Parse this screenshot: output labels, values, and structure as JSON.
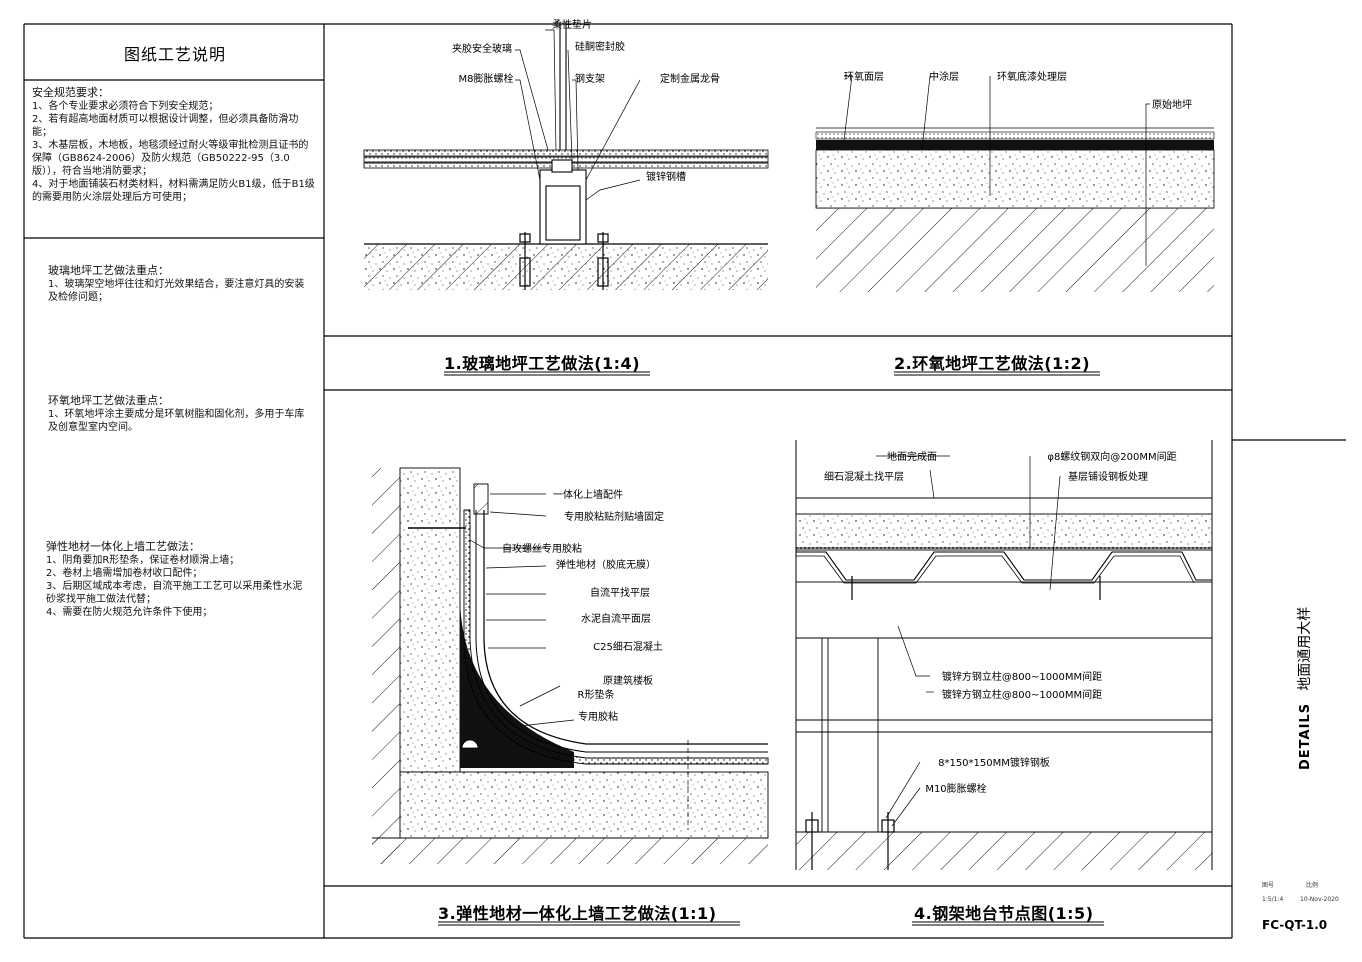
{
  "notes": {
    "title": "图纸工艺说明",
    "safety_heading": "安全规范要求：",
    "safety_items": [
      "1、各个专业要求必须符合下列安全规范；",
      "2、若有超高地面材质可以根据设计调整，但必须具备防滑功能；",
      "3、木基层板，木地板，地毯须经过耐火等级审批检测且证书的保障（GB8624-2006）及防火规范（GB50222-95（3.0版）），符合当地消防要求；",
      "4、对于地面铺装石材类材料，材料需满足防火B1级，低于B1级的需要用防火涂层处理后方可使用；"
    ],
    "glass_heading": "玻璃地坪工艺做法重点：",
    "glass_items": [
      "1、玻璃架空地坪往往和灯光效果结合，要注意灯具的安装及检修问题；"
    ],
    "epoxy_heading": "环氧地坪工艺做法重点：",
    "epoxy_items": [
      "1、环氧地坪涂主要成分是环氧树脂和固化剂，多用于车库及创意型室内空间。"
    ],
    "elastic_heading": "弹性地材一体化上墙工艺做法：",
    "elastic_items": [
      "1、阴角要加R形垫条，保证卷材顺滑上墙；",
      "2、卷材上墙需增加卷材收口配件；",
      "3、后期区域成本考虑，自流平施工工艺可以采用柔性水泥砂浆找平施工做法代替；",
      "4、需要在防火规范允许条件下使用；"
    ]
  },
  "captions": {
    "c1": "1.玻璃地坪工艺做法(1:4)",
    "c2": "2.环氧地坪工艺做法(1:2)",
    "c3": "3.弹性地材一体化上墙工艺做法(1:1)",
    "c4": "4.钢架地台节点图(1:5)"
  },
  "detail1": {
    "labels": [
      "柔性垫片",
      "夹胶安全玻璃",
      "硅酮密封胶",
      "M8膨胀螺栓",
      "钢支架",
      "定制金属龙骨",
      "镀锌钢槽"
    ]
  },
  "detail2": {
    "labels": [
      "环氧面层",
      "中涂层",
      "环氧底漆处理层",
      "原始地坪"
    ]
  },
  "detail3": {
    "labels": [
      "一体化上墙配件",
      "专用胶粘贴剂贴墙固定",
      "自攻螺丝专用胶粘",
      "弹性地材（胶底无膜）",
      "自流平找平层",
      "水泥自流平面层",
      "C25细石混凝土",
      "原建筑楼板",
      "R形垫条",
      "专用胶粘"
    ]
  },
  "detail4": {
    "labels": [
      "地面完成面",
      "细石混凝土找平层",
      "φ8螺纹钢双向@200MM间距",
      "基层铺设钢板处理",
      "镀锌方钢立柱@800~1000MM间距",
      "镀锌方钢立柱@800~1000MM间距",
      "8*150*150MM镀锌钢板",
      "M10膨胀螺栓"
    ]
  },
  "title_block": {
    "project": "DETAILS",
    "title": "地面通用大样",
    "meta_a": "图号",
    "meta_b": "比例",
    "meta_c": "1:5/1:4",
    "meta_d": "10-Nov-2020",
    "code": "FC-QT-1.0"
  }
}
